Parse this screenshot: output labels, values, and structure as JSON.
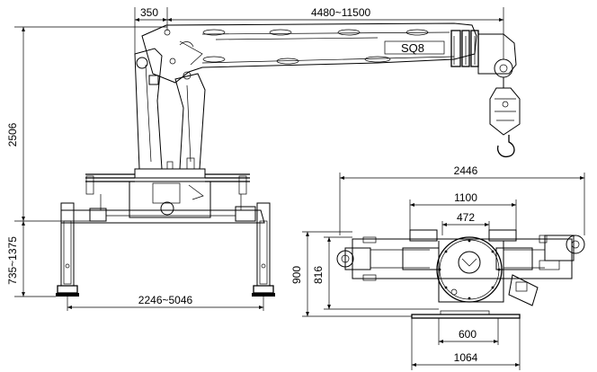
{
  "side_view": {
    "model_label": "SQ8",
    "dim_offset": "350",
    "dim_boom_reach": "4480~11500",
    "dim_height": "2506",
    "dim_outrigger_height": "735~1375",
    "dim_outrigger_span": "2246~5046"
  },
  "top_view": {
    "dim_total_width": "2446",
    "dim_width_1100": "1100",
    "dim_width_472": "472",
    "dim_height_900": "900",
    "dim_height_816": "816",
    "dim_width_600": "600",
    "dim_width_1064": "1064"
  }
}
